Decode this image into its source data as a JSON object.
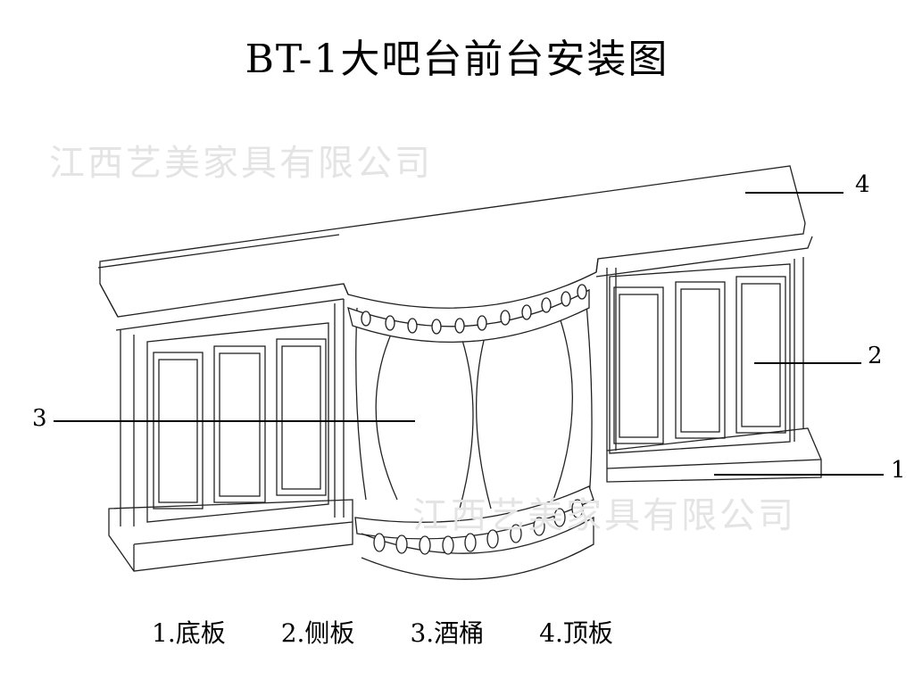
{
  "title": "BT-1大吧台前台安装图",
  "watermark": "江西艺美家具有限公司",
  "callouts": {
    "one": "1",
    "two": "2",
    "three": "3",
    "four": "4"
  },
  "legend": [
    "1.底板",
    "2.侧板",
    "3.酒桶",
    "4.顶板"
  ]
}
